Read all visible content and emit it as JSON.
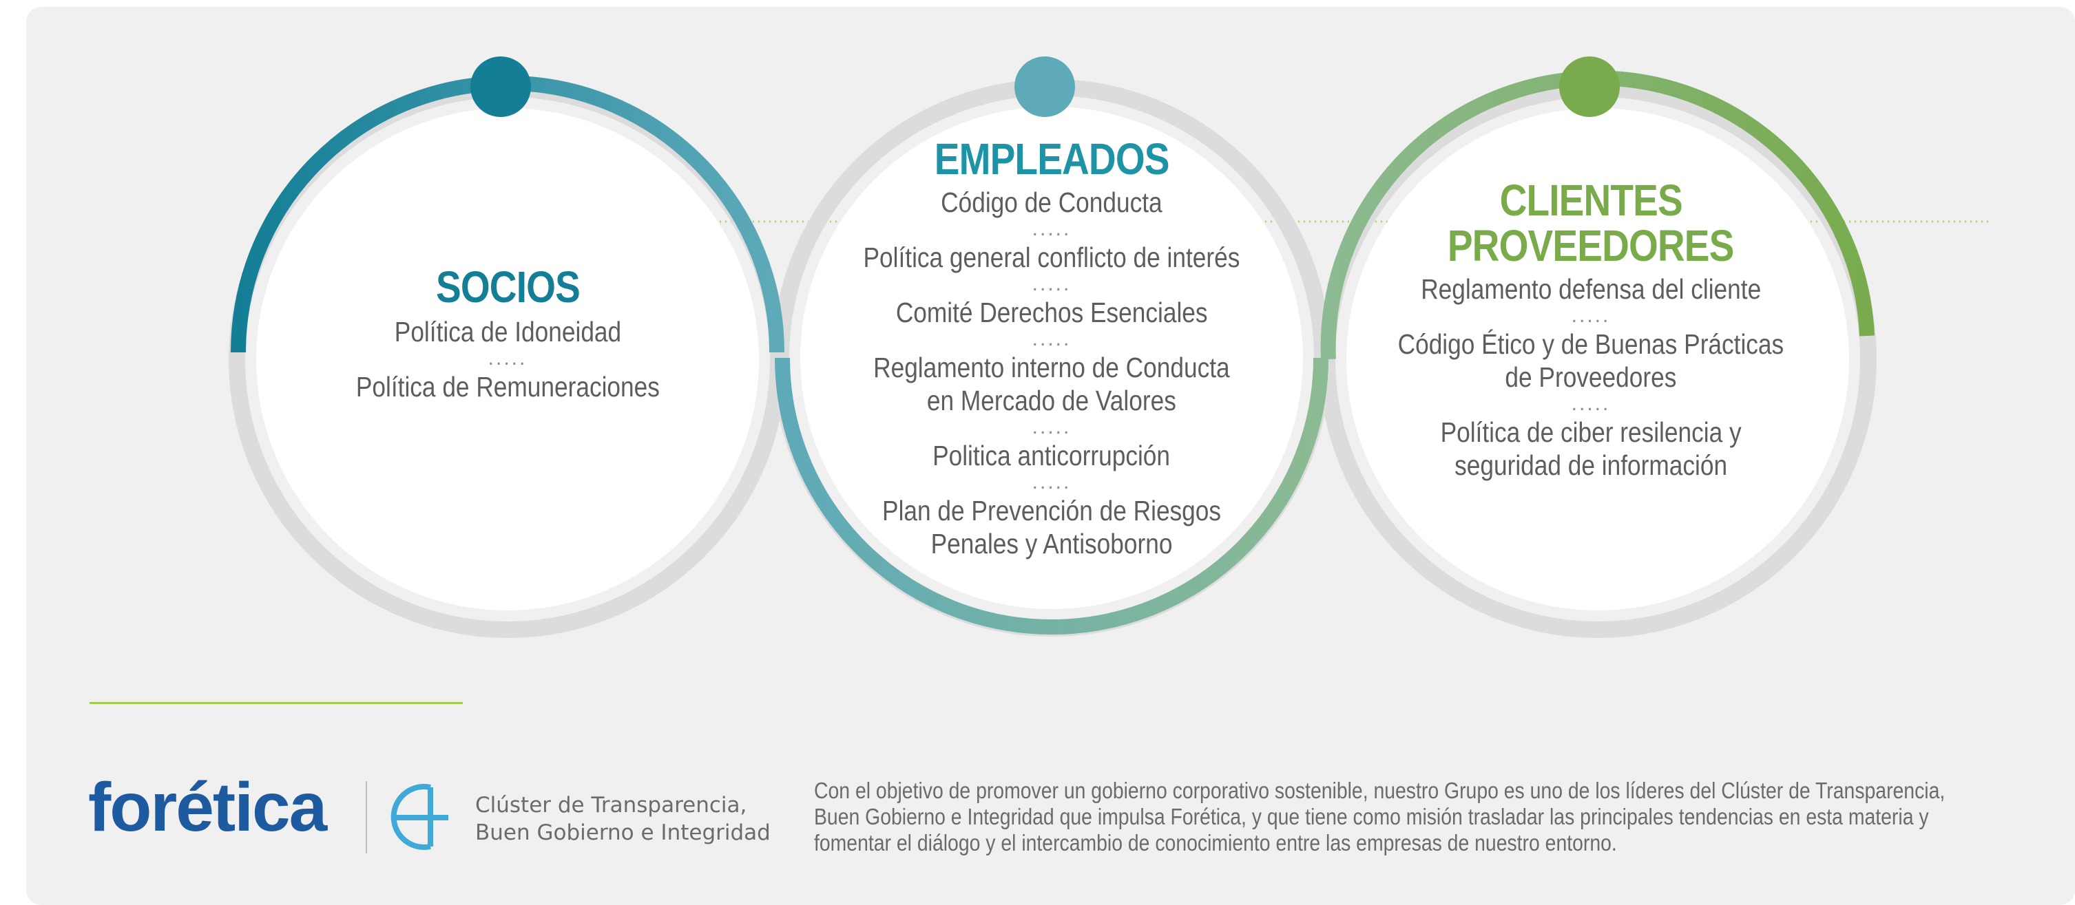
{
  "colors": {
    "socios": "#137e96",
    "empleados": "#5eaab9",
    "clientes": "#79ab4e",
    "ring_gray": "#dcdcdc",
    "footer_accent": "#9fcc4c",
    "brand": "#1d5aa0"
  },
  "socios": {
    "title": "SOCIOS",
    "items": [
      "Política de Idoneidad",
      "Política de Remuneraciones"
    ]
  },
  "empleados": {
    "title": "EMPLEADOS",
    "items": [
      "Código de Conducta",
      "Política general conflicto de interés",
      "Comité Derechos Esenciales",
      "Reglamento interno de Conducta\nen Mercado de Valores",
      "Politica anticorrupción",
      "Plan de Prevención de Riesgos\nPenales y Antisoborno"
    ]
  },
  "clientes": {
    "title_line1": "CLIENTES",
    "title_line2": "PROVEEDORES",
    "items": [
      "Reglamento defensa del cliente",
      "Código Ético y de Buenas Prácticas\nde Proveedores",
      "Política de ciber resilencia y\nseguridad de información"
    ]
  },
  "separator": ".....",
  "footer": {
    "brand": "forética",
    "cluster_line1": "Clúster de Transparencia,",
    "cluster_line2": "Buen Gobierno e Integridad",
    "description": "Con el objetivo de promover un gobierno corporativo sostenible, nuestro Grupo es uno de los líderes del Clúster de Transparencia, Buen Gobierno e Integridad que impulsa Forética, y que tiene como misión trasladar las principales tendencias en esta materia y fomentar el diálogo y el intercambio de conocimiento entre las empresas de nuestro entorno."
  }
}
